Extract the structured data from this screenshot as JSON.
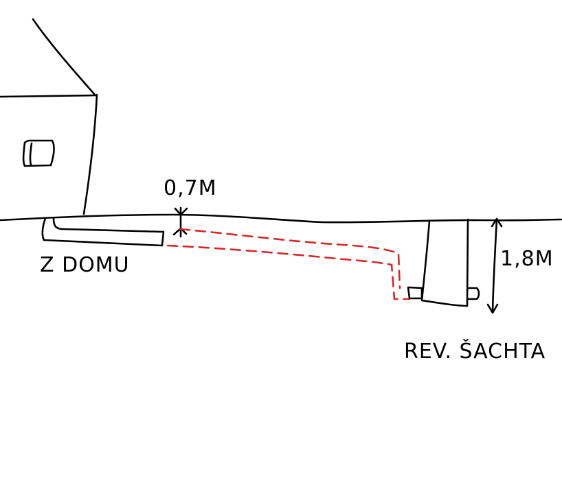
{
  "labels": {
    "depth_near_house": "0,7M",
    "depth_at_shaft": "1,8M",
    "from_house": "Z DOMU",
    "shaft": "REV. ŠACHTA"
  },
  "colors": {
    "ink": "#000000",
    "new_pipe": "#d62828",
    "background": "#ffffff"
  }
}
